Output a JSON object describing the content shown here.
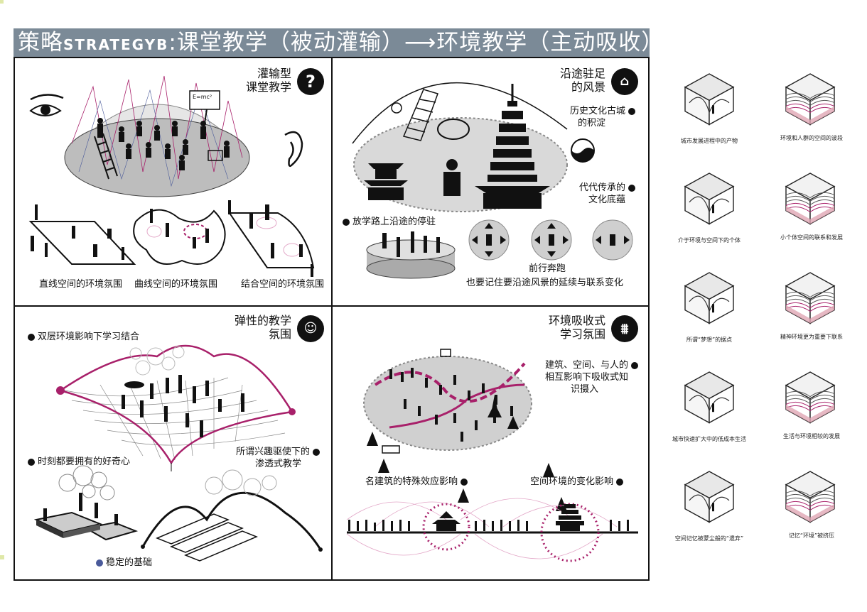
{
  "title": {
    "part1": "策略",
    "strategy_label": "STRATEGYB",
    "part2": ":课堂教学（被动灌输）",
    "arrow": "⟶",
    "part3": "环境教学（主动吸收）"
  },
  "panel_1": {
    "heading": [
      "灌输型",
      "课堂教学"
    ],
    "badge_icon": "question-mark-icon",
    "board_text": "E=mc²",
    "captions": [
      "直线空间的环境氛围",
      "曲线空间的环境氛围",
      "结合空间的环境氛围"
    ]
  },
  "panel_2": {
    "heading": [
      "沿途驻足",
      "的风景"
    ],
    "labels": {
      "history": [
        "历史文化古城",
        "的积淀"
      ],
      "heritage": [
        "代代传承的",
        "文化底蕴"
      ],
      "route": "放学路上沿途的停驻",
      "run": "前行奔跑",
      "remember": "也要记住要沿途风景的延续与联系变化"
    }
  },
  "panel_3": {
    "heading": [
      "弹性的教学",
      "氛围"
    ],
    "labels": {
      "double": "双层环境影响下学习结合",
      "curious": "时刻都要拥有的好奇心",
      "interest": [
        "所谓兴趣驱使下的",
        "渗透式教学"
      ],
      "base": "稳定的基础"
    }
  },
  "panel_4": {
    "heading": [
      "环境吸收式",
      "学习氛围"
    ],
    "labels": {
      "interaction": [
        "建筑、空间、与人的",
        "相互影响下吸收式知",
        "识摄入"
      ],
      "landmark": "名建筑的特殊效应影响",
      "space": "空间环境的变化影响"
    }
  },
  "side_cubes": [
    {
      "left": "城市发展进程中的产物",
      "right": "环境和人群的空间的波段"
    },
    {
      "left": "介于环境与空间下的个体",
      "right": "小个体空间的联系和发展"
    },
    {
      "left": "所谓“梦想”的据点",
      "right": "精神环境更为重要下联系"
    },
    {
      "left": "城市快速扩大中的低成本生活",
      "right": "生活与环境相较的发展"
    },
    {
      "left": "空间记忆被蒙尘般的“遗弃”",
      "right": "记忆“环境”被挤压"
    }
  ],
  "colors": {
    "title_bg": "#7b8a97",
    "accent": "#a8206a",
    "accent_light": "#e3a8c8",
    "ink": "#111111",
    "surface": "#c8c8c8"
  }
}
